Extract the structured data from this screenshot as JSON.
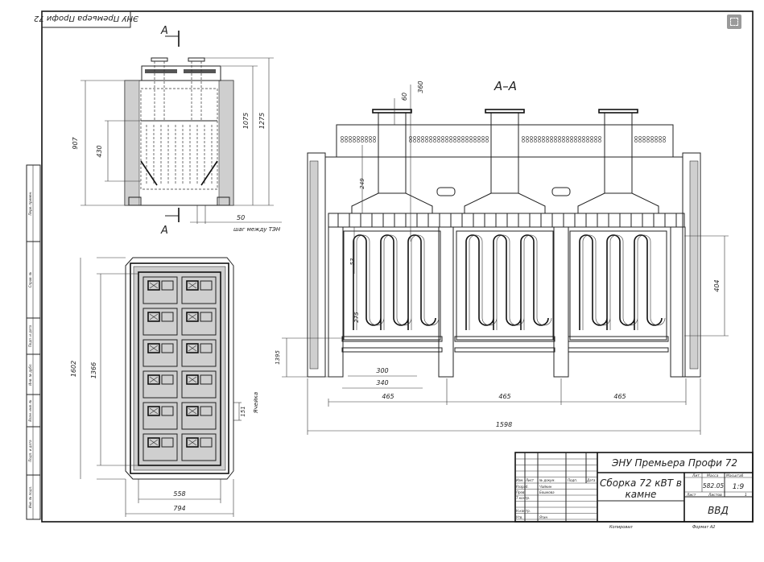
{
  "drawing": {
    "rotated_title": "ЭНУ Премьера Профи 72",
    "section_marks": {
      "letter": "А",
      "section_title": "А–А"
    },
    "front_view": {
      "dims": {
        "height_907": "907",
        "h_430": "430",
        "h_1075": "1075",
        "h_1275": "1275",
        "pitch": "50"
      },
      "pitch_note": "шаг между ТЭН"
    },
    "plan_view": {
      "dims": {
        "length": "1602",
        "inner_length": "1366",
        "cell": "151",
        "inner_width": "558",
        "width": "794"
      },
      "cell_note": "Ячейка"
    },
    "section_view": {
      "dims": {
        "d60": "60",
        "d360": "360",
        "d249": "249",
        "d53": "53",
        "d275": "275",
        "d1395": "1395",
        "d300": "300",
        "d340": "340",
        "d465_1": "465",
        "d465_2": "465",
        "d465_3": "465",
        "d1598": "1598",
        "d404": "404"
      }
    },
    "side_stamps": [
      "Перв. примен.",
      "Справ. №",
      "Подп. и дата",
      "Инв. № дубл.",
      "Взам. инв. №",
      "Подп. и дата",
      "Инв. № подл."
    ]
  },
  "title_block": {
    "product": "ЭНУ Премьера Профи 72",
    "name_line1": "Сборка 72 кВТ в",
    "name_line2": "камне",
    "col_headers": [
      "Изм.",
      "Лист",
      "№ докум.",
      "Подп.",
      "Дата"
    ],
    "roles": [
      "Разраб.",
      "Пров.",
      "Т.контр.",
      "Н.контр.",
      "Утв."
    ],
    "people": [
      "Чайкин",
      "Бошкова",
      "Ягин"
    ],
    "lit_label": "Лит.",
    "mass_label": "Масса",
    "scale_label": "Масштаб",
    "mass": "582.05",
    "scale": "1:9",
    "sheet_label": "Лист",
    "sheets_label": "Листов",
    "sheets": "1",
    "org": "ВВД",
    "copied": "Копировал",
    "format": "Формат  А2"
  }
}
